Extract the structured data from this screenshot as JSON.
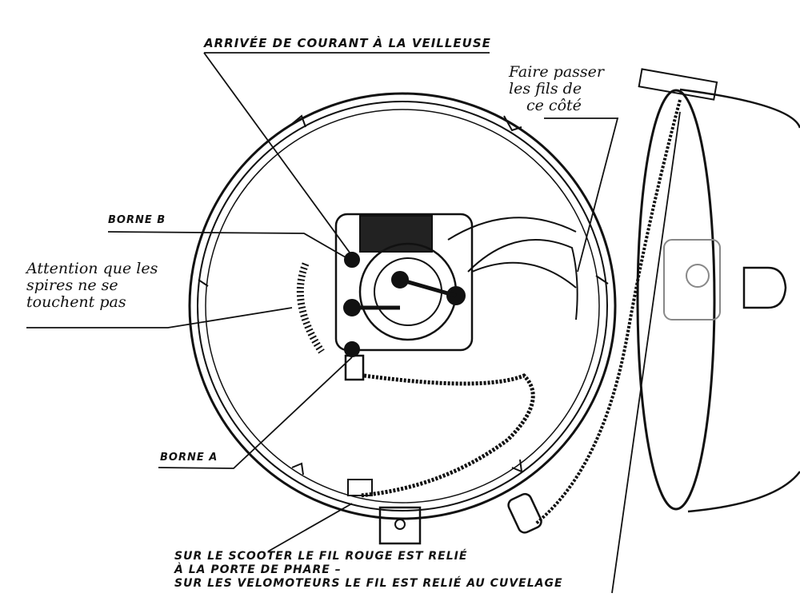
{
  "labels": {
    "veilleuse": "ARRIVÉE DE COURANT À LA VEILLEUSE",
    "faire_passer": [
      "Faire passer",
      "les fils de",
      "ce côté"
    ],
    "borne_b": "BORNE B",
    "attention": [
      "Attention que les",
      "spires ne se",
      "touchent pas"
    ],
    "borne_a": "BORNE A",
    "bottom_note": [
      "SUR LE SCOOTER LE FIL ROUGE EST RELIÉ",
      "À LA PORTE DE PHARE –",
      "SUR LES VELOMOTEURS LE FIL EST RELIÉ AU CUVELAGE"
    ]
  },
  "colors": {
    "ink": "#111111",
    "paper": "#ffffff"
  }
}
